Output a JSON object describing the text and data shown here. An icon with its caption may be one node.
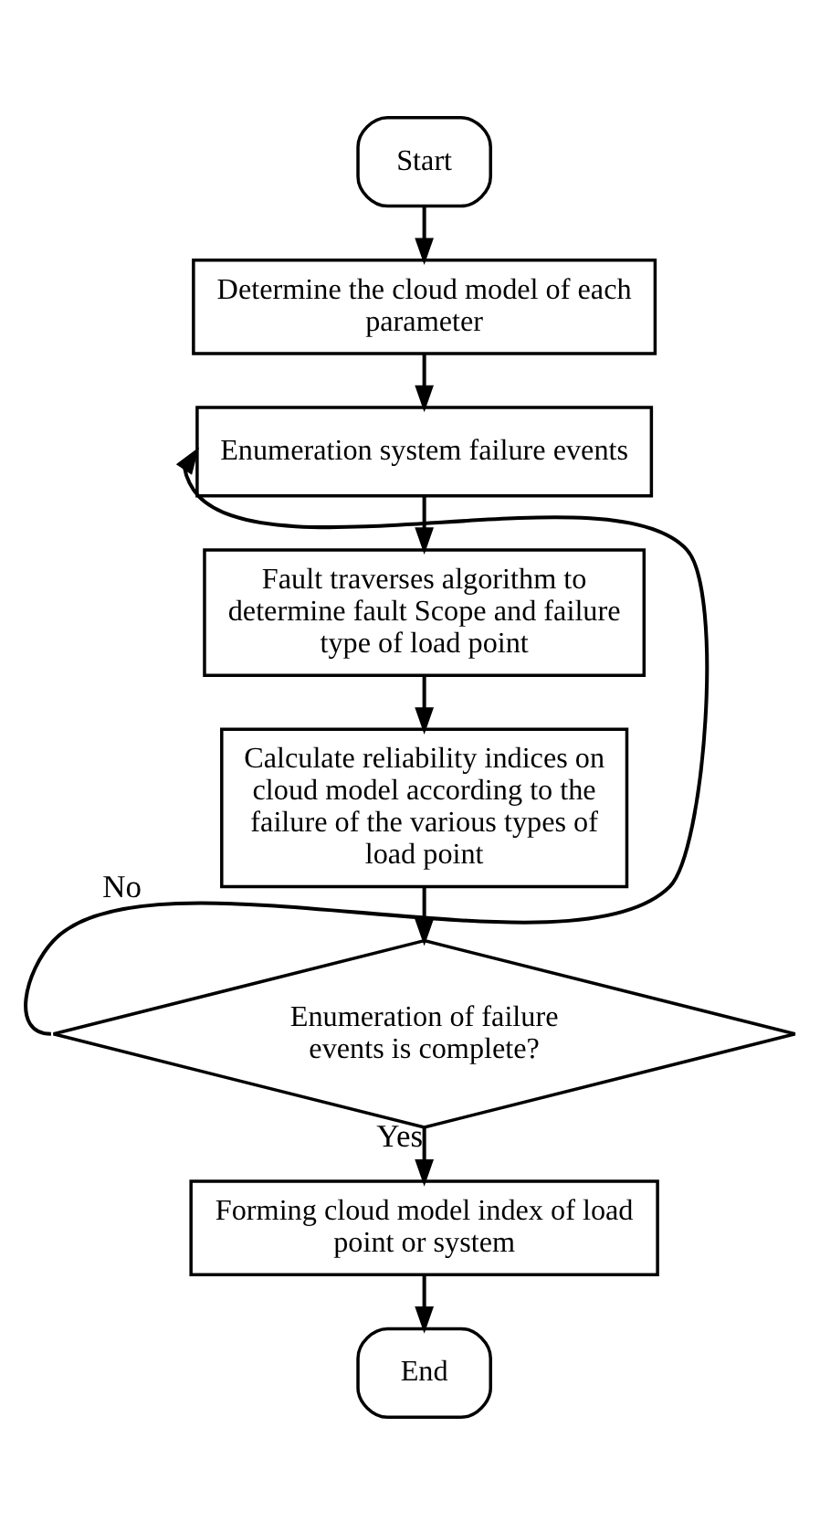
{
  "diagram": {
    "nodes": [
      {
        "text": [
          "Start"
        ]
      },
      {
        "text": [
          "Determine the cloud model of each parameter"
        ]
      },
      {
        "text": [
          "Enumeration system failure events"
        ]
      },
      {
        "text": [
          "Fault traverses algorithm to determine fault Scope and failure type of load point"
        ]
      },
      {
        "text": [
          "Calculate reliability indices on cloud model according to the failure of the various types of load point"
        ]
      },
      {
        "text": [
          "Enumeration of failure events is complete?"
        ]
      },
      {
        "text": [
          "Forming cloud model index of load point or system"
        ]
      },
      {
        "text": [
          "End"
        ]
      }
    ],
    "edges": [
      {
        "from": 0,
        "to": 1,
        "arrow": "to"
      },
      {
        "from": 1,
        "to": 2,
        "arrow": "to"
      },
      {
        "from": 2,
        "to": 3,
        "arrow": "to"
      },
      {
        "from": 3,
        "to": 4,
        "arrow": "to"
      },
      {
        "from": 4,
        "to": 5,
        "arrow": "to"
      },
      {
        "from": 5,
        "to": 2,
        "arrow": "to",
        "label": "No"
      },
      {
        "from": 5,
        "to": 6,
        "arrow": "to",
        "label": "Yes"
      },
      {
        "from": 6,
        "to": 7,
        "arrow": "to"
      }
    ]
  }
}
